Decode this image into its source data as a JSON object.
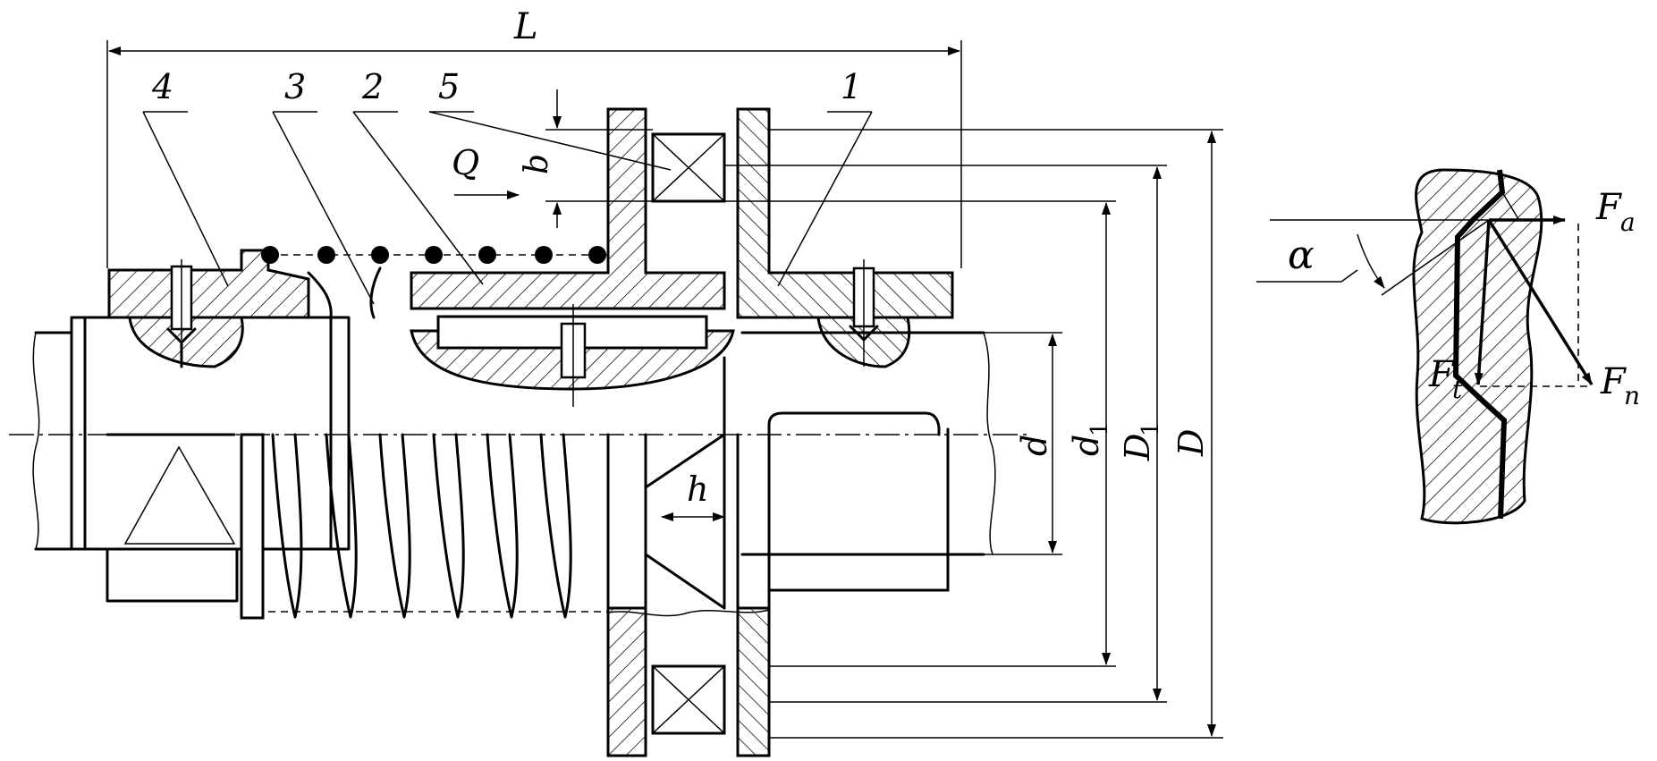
{
  "clutch_drawing": {
    "labels": {
      "part_1": "1",
      "part_2": "2",
      "part_3": "3",
      "part_4": "4",
      "part_5": "5",
      "length": "L",
      "force_q": "Q",
      "width_b": "b",
      "depth_h": "h",
      "diam_d": "d",
      "diam_d1": "d",
      "diam_d1_sub": "1",
      "diam_D1": "D",
      "diam_D1_sub": "1",
      "diam_D": "D"
    }
  },
  "tooth_detail": {
    "labels": {
      "angle": "α",
      "force_a": "F",
      "force_a_sub": "a",
      "force_t": "F",
      "force_t_sub": "t",
      "force_n": "F",
      "force_n_sub": "n"
    }
  }
}
